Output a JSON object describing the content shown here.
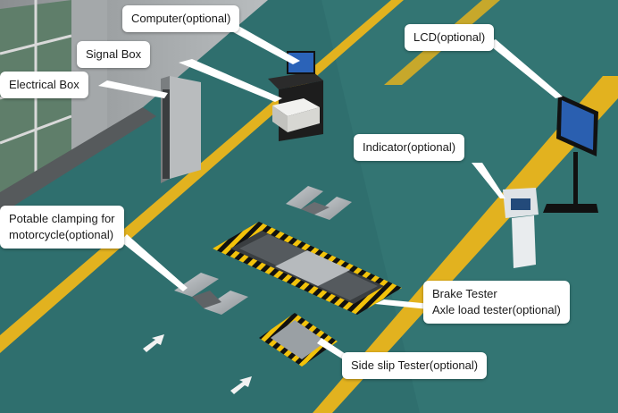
{
  "labels": {
    "computer": "Computer(optional)",
    "signal_box": "Signal Box",
    "electrical_box": "Electrical Box",
    "lcd": "LCD(optional)",
    "indicator": "Indicator(optional)",
    "clamping_line1": "Potable clamping for",
    "clamping_line2": "motorcycle(optional)",
    "brake_line1": "Brake Tester",
    "brake_line2": "Axle load tester(optional)",
    "side_slip": "Side slip Tester(optional)"
  },
  "colors": {
    "floor": "#2f6f6e",
    "lane_line": "#e2b21f",
    "hazard_yellow": "#f2c20a",
    "callout_bg": "#ffffff",
    "arrow": "#f2f2f2"
  }
}
